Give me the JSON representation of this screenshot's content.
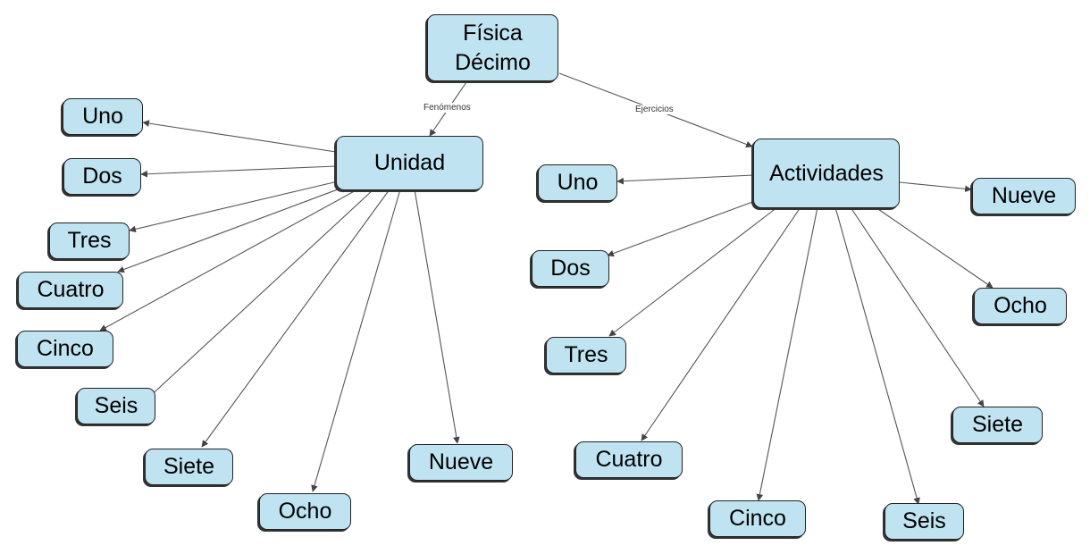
{
  "root": {
    "line1": "Física",
    "line2": "Décimo"
  },
  "links": {
    "left": "Fenómenos",
    "right": "Ejercicios"
  },
  "unidad": {
    "label": "Unidad",
    "children": [
      "Uno",
      "Dos",
      "Tres",
      "Cuatro",
      "Cinco",
      "Seis",
      "Siete",
      "Ocho",
      "Nueve"
    ]
  },
  "actividades": {
    "label": "Actividades",
    "children": [
      "Uno",
      "Dos",
      "Tres",
      "Cuatro",
      "Cinco",
      "Seis",
      "Siete",
      "Ocho",
      "Nueve"
    ]
  },
  "colors": {
    "node_fill": "#bfe3f0",
    "border": "#222222",
    "line": "#555555"
  }
}
